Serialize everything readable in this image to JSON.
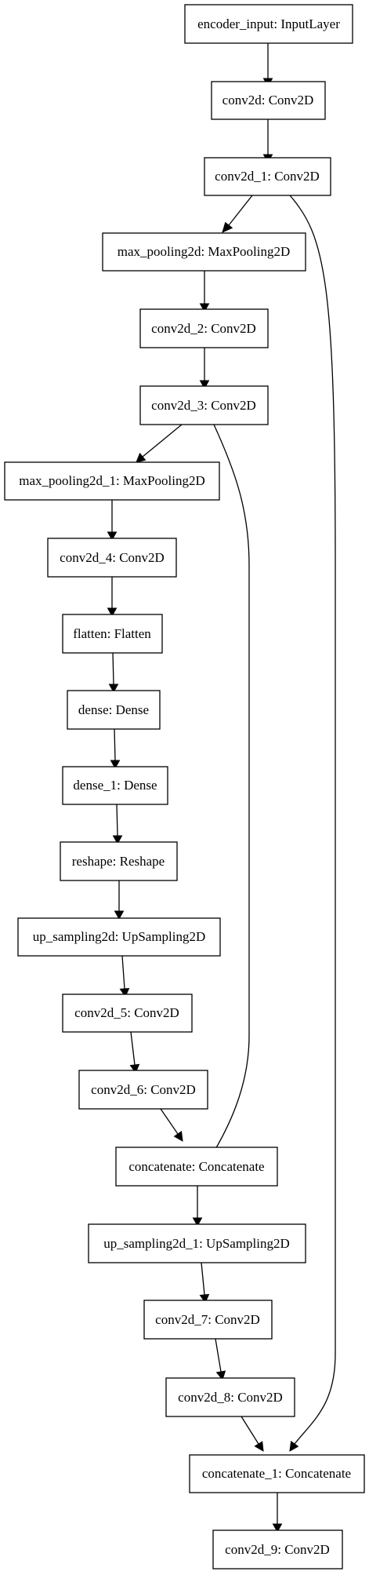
{
  "diagram": {
    "type": "neural-network-graph",
    "nodes": [
      {
        "id": "n0",
        "label": "encoder_input: InputLayer"
      },
      {
        "id": "n1",
        "label": "conv2d: Conv2D"
      },
      {
        "id": "n2",
        "label": "conv2d_1: Conv2D"
      },
      {
        "id": "n3",
        "label": "max_pooling2d: MaxPooling2D"
      },
      {
        "id": "n4",
        "label": "conv2d_2: Conv2D"
      },
      {
        "id": "n5",
        "label": "conv2d_3: Conv2D"
      },
      {
        "id": "n6",
        "label": "max_pooling2d_1: MaxPooling2D"
      },
      {
        "id": "n7",
        "label": "conv2d_4: Conv2D"
      },
      {
        "id": "n8",
        "label": "flatten: Flatten"
      },
      {
        "id": "n9",
        "label": "dense: Dense"
      },
      {
        "id": "n10",
        "label": "dense_1: Dense"
      },
      {
        "id": "n11",
        "label": "reshape: Reshape"
      },
      {
        "id": "n12",
        "label": "up_sampling2d: UpSampling2D"
      },
      {
        "id": "n13",
        "label": "conv2d_5: Conv2D"
      },
      {
        "id": "n14",
        "label": "conv2d_6: Conv2D"
      },
      {
        "id": "n15",
        "label": "concatenate: Concatenate"
      },
      {
        "id": "n16",
        "label": "up_sampling2d_1: UpSampling2D"
      },
      {
        "id": "n17",
        "label": "conv2d_7: Conv2D"
      },
      {
        "id": "n18",
        "label": "conv2d_8: Conv2D"
      },
      {
        "id": "n19",
        "label": "concatenate_1: Concatenate"
      },
      {
        "id": "n20",
        "label": "conv2d_9: Conv2D"
      }
    ],
    "edges": [
      {
        "from": "n0",
        "to": "n1"
      },
      {
        "from": "n1",
        "to": "n2"
      },
      {
        "from": "n2",
        "to": "n3"
      },
      {
        "from": "n2",
        "to": "n19"
      },
      {
        "from": "n3",
        "to": "n4"
      },
      {
        "from": "n4",
        "to": "n5"
      },
      {
        "from": "n5",
        "to": "n6"
      },
      {
        "from": "n5",
        "to": "n15"
      },
      {
        "from": "n6",
        "to": "n7"
      },
      {
        "from": "n7",
        "to": "n8"
      },
      {
        "from": "n8",
        "to": "n9"
      },
      {
        "from": "n9",
        "to": "n10"
      },
      {
        "from": "n10",
        "to": "n11"
      },
      {
        "from": "n11",
        "to": "n12"
      },
      {
        "from": "n12",
        "to": "n13"
      },
      {
        "from": "n13",
        "to": "n14"
      },
      {
        "from": "n14",
        "to": "n15"
      },
      {
        "from": "n15",
        "to": "n16"
      },
      {
        "from": "n16",
        "to": "n17"
      },
      {
        "from": "n17",
        "to": "n18"
      },
      {
        "from": "n18",
        "to": "n19"
      },
      {
        "from": "n19",
        "to": "n20"
      }
    ]
  }
}
